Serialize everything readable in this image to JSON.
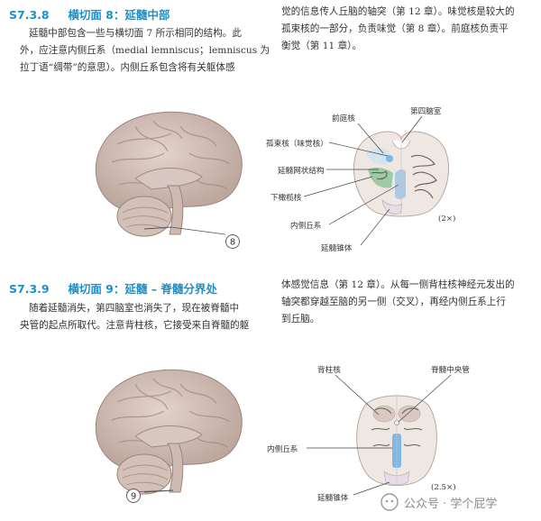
{
  "section1": {
    "number": "S7.3.8",
    "title": "横切面 8：延髓中部",
    "left_lines": [
      "延髓中部包含一些与横切面 7 所示相同的结构。此",
      "外，应注意内侧丘系（medial lemniscus；lemniscus 为",
      "拉丁语“绸带”的意思）。内侧丘系包含将有关躯体感"
    ],
    "right_lines": [
      "觉的信息传人丘脑的轴突（第 12 章）。味觉核是较大的",
      "孤束核的一部分，负责味觉（第 8 章）。前庭核负责平",
      "衡觉（第 11 章）。"
    ],
    "marker": "8",
    "scale": "(2×)",
    "labels": {
      "vestibular": "前庭核",
      "fourth_ventricle": "第四脑室",
      "solitary": "孤束核（味觉核）",
      "reticular": "延髓网状结构",
      "olive": "下橄榄核",
      "lemniscus": "内侧丘系",
      "pyramid": "延髓锥体"
    }
  },
  "section2": {
    "number": "S7.3.9",
    "title": "横切面 9：延髓 – 脊髓分界处",
    "left_lines": [
      "随着延髓消失，第四脑室也消失了，现在被脊髓中",
      "央管的起点所取代。注意背柱核，它接受来自脊髓的躯"
    ],
    "right_lines": [
      "体感觉信息（第 12 章）。从每一侧背柱核神经元发出的",
      "轴突都穿越至脑的另一侧（交叉），再经内侧丘系上行",
      "到丘脑。"
    ],
    "marker": "9",
    "scale": "(2.5×)",
    "labels": {
      "dorsal_column": "背柱核",
      "central_canal": "脊髓中央管",
      "lemniscus": "内侧丘系",
      "pyramid": "延髓锥体"
    }
  },
  "watermark": {
    "text": "公众号 · 学个屁学"
  },
  "colors": {
    "title_blue": "#1e90c8",
    "brain_gray": "#c8b6ae",
    "section_bg": "#efe7e2",
    "lemniscus_blue": "#7fb8e6",
    "reticular_green": "#8cc79a"
  }
}
